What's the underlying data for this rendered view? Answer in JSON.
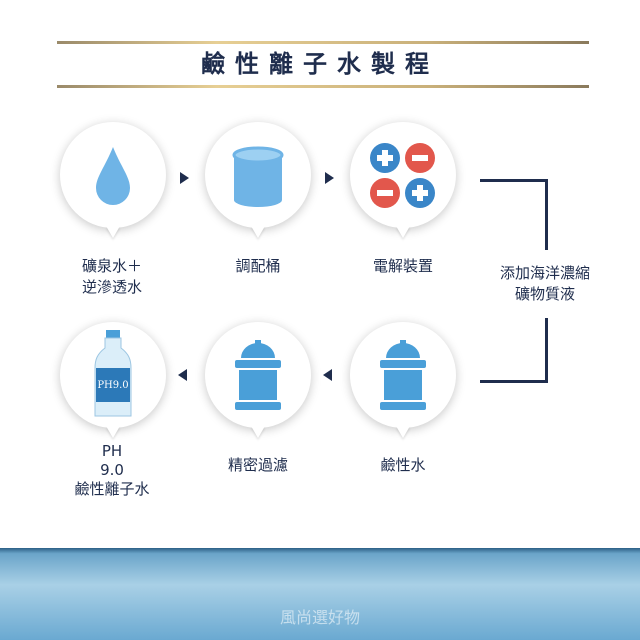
{
  "title": "鹼性離子水製程",
  "steps": [
    {
      "label": "礦泉水＋\n逆滲透水",
      "icon": "water-drop-icon"
    },
    {
      "label": "調配桶",
      "icon": "tank-icon"
    },
    {
      "label": "電解裝置",
      "icon": "plus-minus-icon"
    },
    {
      "label": "添加海洋濃縮\n礦物質液"
    },
    {
      "label": "鹼性水",
      "icon": "filter-cartridge-icon"
    },
    {
      "label": "精密過濾",
      "icon": "filter-cartridge-icon"
    },
    {
      "label": "PH\n9.0\n鹼性離子水",
      "icon": "bottle-icon"
    }
  ],
  "bottle_text": "PH 9.0",
  "watermark": "風尚選好物",
  "colors": {
    "icon": "#4a9fd8",
    "navy": "#1f2d4d",
    "red": "#e2574c",
    "blue": "#3a86c8"
  }
}
